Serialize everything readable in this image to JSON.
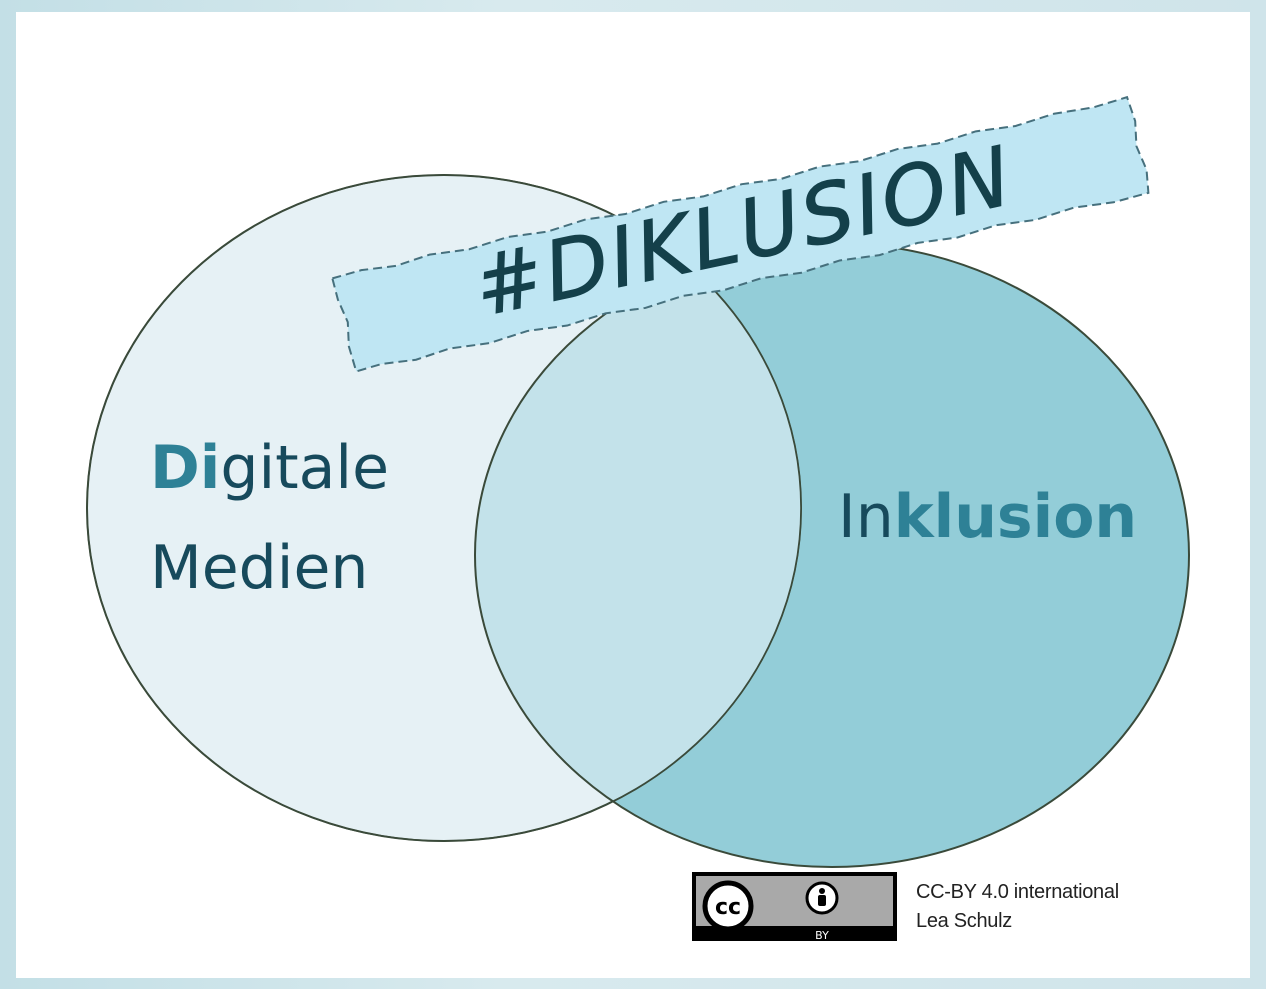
{
  "diagram": {
    "title": "#DIKLUSION",
    "left_circle": {
      "label_initial": "Di",
      "label_line1_rest": "gitale",
      "label_line2": "Medien"
    },
    "right_circle": {
      "label_prefix": "In",
      "label_highlight": "klusion"
    },
    "colors": {
      "left_fill": "#e5f1f5",
      "right_fill": "#93cdd8",
      "overlap_fill": "#c3e2ea",
      "outline": "#3a4a3a",
      "title_ink": "#14404a",
      "label_dark": "#174a5c",
      "label_accent": "#2e8196",
      "banner_fill": "#bfe6f3",
      "banner_border": "#46707d"
    }
  },
  "license": {
    "badge_cc": "cc",
    "badge_by": "BY",
    "line1": "CC-BY 4.0 international",
    "line2": "Lea Schulz"
  }
}
